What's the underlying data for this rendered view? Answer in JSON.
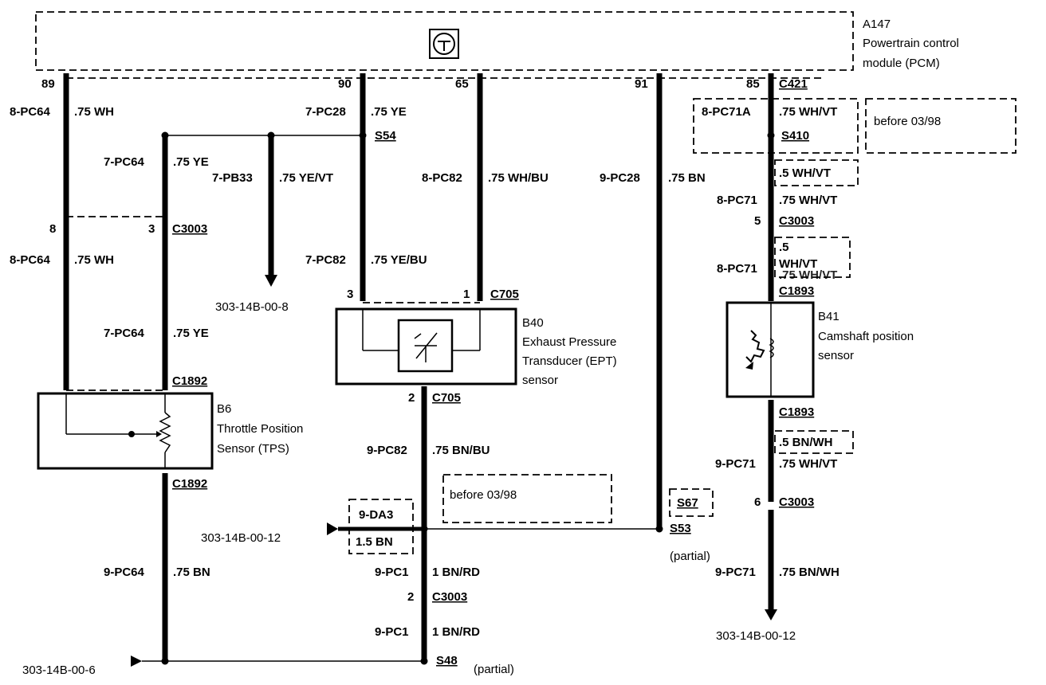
{
  "pcm": {
    "id": "A147",
    "line1": "Powertrain control",
    "line2": "module (PCM)"
  },
  "pins": {
    "p89": "89",
    "p90": "90",
    "p65": "65",
    "p91": "91",
    "p85": "85"
  },
  "connectors": {
    "c421": "C421",
    "c3003": "C3003",
    "c1893": "C1893",
    "c1892": "C1892",
    "c705": "C705",
    "s54": "S54",
    "s410": "S410",
    "s48": "S48",
    "s53": "S53",
    "s67": "S67"
  },
  "cavities": {
    "c8": "8",
    "c3": "3",
    "c5": "5",
    "c3b": "3",
    "c1": "1",
    "c2": "2",
    "c6": "6",
    "c2b": "2"
  },
  "circuits": {
    "pc64": "8-PC64",
    "pc64_size": ".75 WH",
    "pc64b": "7-PC64",
    "pc64b_size": ".75 YE",
    "pc28": "7-PC28",
    "pc28_size": ".75 YE",
    "pb33": "7-PB33",
    "pb33_size": ".75 YE/VT",
    "pc82": "8-PC82",
    "pc82_size": ".75 WH/BU",
    "pc82b": "7-PC82",
    "pc82b_size": ".75 YE/BU",
    "pc82c": "9-PC82",
    "pc82c_size": ".75 BN/BU",
    "pc28b": "9-PC28",
    "pc28b_size": ".75 BN",
    "pc71a": "8-PC71A",
    "pc71a_size": ".75 WH/VT",
    "pc71_wv5": ".5 WH/VT",
    "pc71": "8-PC71",
    "pc71_size": ".75 WH/VT",
    "pc71_b5a": ".5",
    "pc71_b5b": "WH/VT",
    "pc71b": "8-PC71",
    "pc71b_size": ".75 WH/VT",
    "pc71_bn5": ".5 BN/WH",
    "pc71c": "9-PC71",
    "pc71c_size": ".75 WH/VT",
    "pc71d": "9-PC71",
    "pc71d_size": ".75 BN/WH",
    "pc64c": "9-PC64",
    "pc64c_size": ".75 BN",
    "pc1": "9-PC1",
    "pc1_size": "1 BN/RD",
    "pc1b": "9-PC1",
    "pc1b_size": "1 BN/RD",
    "da3": "9-DA3",
    "da3_size": "1.5 BN"
  },
  "notes": {
    "before1": "before 03/98",
    "before2": "before 03/98",
    "partial1": "(partial)",
    "partial2": "(partial)"
  },
  "refs": {
    "r8": "303-14B-00-8",
    "r12a": "303-14B-00-12",
    "r12b": "303-14B-00-12",
    "r6": "303-14B-00-6"
  },
  "sensors": {
    "b6": {
      "id": "B6",
      "line1": "Throttle Position",
      "line2": "Sensor (TPS)"
    },
    "b40": {
      "id": "B40",
      "line1": "Exhaust Pressure",
      "line2": "Transducer (EPT)",
      "line3": "sensor"
    },
    "b41": {
      "id": "B41",
      "line1": "Camshaft position",
      "line2": "sensor"
    }
  }
}
